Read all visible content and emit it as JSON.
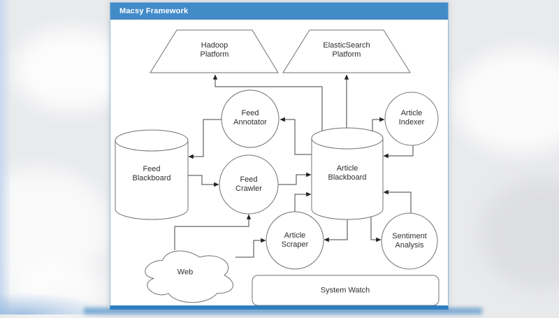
{
  "window": {
    "title": "Macsy Framework"
  },
  "colors": {
    "header_blue": "#428bc9",
    "panel_border": "#8fb8d8",
    "bottom_bar_blue": "#2e7dc0",
    "shape_stroke": "#707070",
    "edge_stroke": "#404040",
    "text": "#2d2d2d",
    "panel_background": "#ffffff"
  },
  "diagram": {
    "nodes": [
      {
        "id": "hadoop-platform",
        "shape": "trapezoid",
        "lines": [
          "Hadoop",
          "Platform"
        ]
      },
      {
        "id": "elasticsearch-platform",
        "shape": "trapezoid",
        "lines": [
          "ElasticSearch",
          "Platform"
        ]
      },
      {
        "id": "feed-annotator",
        "shape": "circle",
        "lines": [
          "Feed",
          "Annotator"
        ]
      },
      {
        "id": "article-indexer",
        "shape": "circle",
        "lines": [
          "Article",
          "Indexer"
        ]
      },
      {
        "id": "feed-blackboard",
        "shape": "cylinder",
        "lines": [
          "Feed",
          "Blackboard"
        ]
      },
      {
        "id": "feed-crawler",
        "shape": "circle",
        "lines": [
          "Feed",
          "Crawler"
        ]
      },
      {
        "id": "article-blackboard",
        "shape": "cylinder",
        "lines": [
          "Article",
          "Blackboard"
        ]
      },
      {
        "id": "article-scraper",
        "shape": "circle",
        "lines": [
          "Article",
          "Scraper"
        ]
      },
      {
        "id": "sentiment-analysis",
        "shape": "circle",
        "lines": [
          "Sentiment",
          "Analysis"
        ]
      },
      {
        "id": "web",
        "shape": "cloud",
        "lines": [
          "Web"
        ]
      },
      {
        "id": "system-watch",
        "shape": "rounded-rect",
        "lines": [
          "System Watch"
        ]
      }
    ],
    "edges": [
      {
        "from": "article-blackboard",
        "to": "hadoop-platform"
      },
      {
        "from": "article-blackboard",
        "to": "elasticsearch-platform"
      },
      {
        "from": "article-blackboard",
        "to": "feed-annotator"
      },
      {
        "from": "feed-annotator",
        "to": "feed-blackboard"
      },
      {
        "from": "feed-blackboard",
        "to": "feed-crawler"
      },
      {
        "from": "feed-crawler",
        "to": "article-blackboard"
      },
      {
        "from": "article-scraper",
        "to": "article-blackboard"
      },
      {
        "from": "article-blackboard",
        "to": "article-scraper"
      },
      {
        "from": "article-blackboard",
        "to": "sentiment-analysis"
      },
      {
        "from": "sentiment-analysis",
        "to": "article-blackboard"
      },
      {
        "from": "article-blackboard",
        "to": "article-indexer"
      },
      {
        "from": "article-indexer",
        "to": "article-blackboard"
      },
      {
        "from": "web",
        "to": "feed-crawler"
      },
      {
        "from": "web",
        "to": "article-scraper"
      }
    ]
  }
}
